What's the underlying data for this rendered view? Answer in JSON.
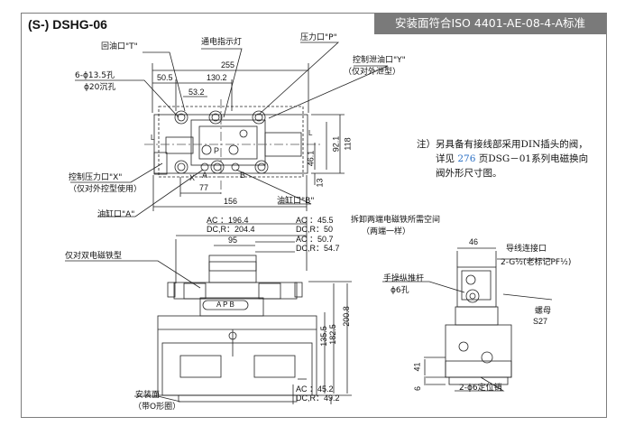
{
  "header": {
    "model": "(S-) DSHG-06",
    "standard_banner": "安装面符合ISO 4401-AE-08-4-A标准"
  },
  "top_view": {
    "return_port": "回油口\"T\"",
    "indicator_lamp": "通电指示灯",
    "pressure_port": "压力口\"P\"",
    "drain_port": "控制泄油口\"Y\"",
    "drain_port_note": "（仅对外泄型）",
    "bolt_holes": "6-ϕ13.5孔",
    "counterbore": "ϕ20沉孔",
    "pilot_port": "控制压力口\"X\"",
    "pilot_port_note": "（仅对外控型使用）",
    "port_a": "油缸口\"A\"",
    "port_b": "油缸口\"B\"",
    "dims": {
      "overall_width": "255",
      "d_50_5": "50.5",
      "d_130_2": "130.2",
      "d_53_2": "53.2",
      "d_118": "118",
      "d_92_1": "92.1",
      "d_46_1": "46.1",
      "d_13": "13",
      "d_77": "77",
      "d_156": "156"
    }
  },
  "front_view": {
    "double_solenoid": "仅对双电磁铁型",
    "removal_space": "拆卸两端电磁铁所需空间",
    "removal_space_note": "（两端一样）",
    "mounting_face": "安装面",
    "mounting_face_note": "（带O形圈）",
    "ac_left": "AC ：196.4",
    "dcr_left": "DC,R：204.4",
    "ac_r1": "AC  ：45.5",
    "dcr_r1": "DC,R：50",
    "ac_r2": "AC  ：50.7",
    "dcr_r2": "DC,R：54.7",
    "ac_bot": "AC  ：45.2",
    "dcr_bot": "DC,R：49.2",
    "d_95": "95",
    "d_135_5": "135.5",
    "d_182_5": "182.5",
    "d_200_8": "200.8",
    "body_mark": "A P B"
  },
  "side_view": {
    "wire_port": "导线连接口",
    "wire_thread": "2-G¹⁄₂(老标记PF¹⁄₂)",
    "manual_lever": "手操纵推杆",
    "manual_hole": "ϕ6孔",
    "nut": "螺母",
    "nut_size": "S27",
    "dowel": "2-ϕ6定位销",
    "d_46": "46",
    "d_41": "41",
    "d_6": "6"
  },
  "note": {
    "line1": "注）另具备有接线部采用DIN插头的阀，",
    "line2_pre": "详见",
    "line2_ref": "276",
    "line2_post": "页DSG－01系列电磁换向",
    "line3": "阀外形尺寸图。"
  }
}
